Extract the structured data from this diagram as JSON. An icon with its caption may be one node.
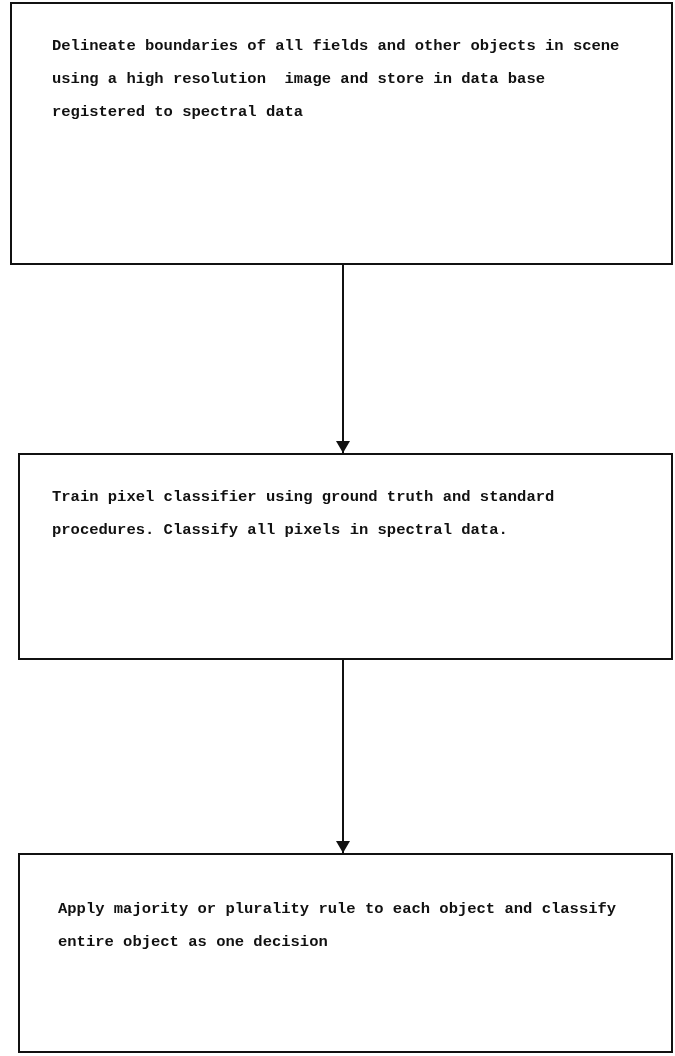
{
  "diagram": {
    "nodes": [
      {
        "text": [
          "Delineate boundaries of all fields and other objects in scene using a high resolution  image and store in data base registered to spectral data"
        ]
      },
      {
        "text": [
          "Train pixel classifier using ground truth and standard procedures. Classify all pixels in spectral data."
        ]
      },
      {
        "text": [
          "Apply majority or plurality rule to each object and classify entire object as one decision"
        ]
      }
    ],
    "edges": [
      {
        "from": 0,
        "to": 1,
        "arrow": "to"
      },
      {
        "from": 1,
        "to": 2,
        "arrow": "to"
      }
    ]
  }
}
